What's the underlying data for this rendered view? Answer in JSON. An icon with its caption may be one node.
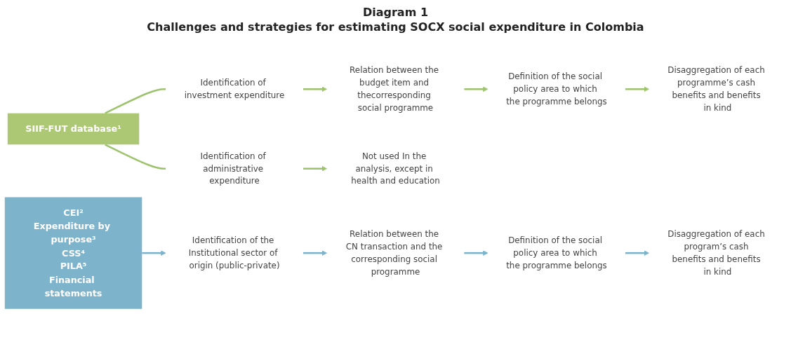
{
  "diagram": {
    "title": "Diagram 1",
    "nodes": [
      {
        "text": [
          "SIIF-FUT database¹"
        ]
      },
      {
        "text": [
          "Identification of investment expenditure"
        ]
      },
      {
        "text": [
          "Relation between the budget item and thecorresponding social programme"
        ]
      },
      {
        "text": [
          "Definition of the social policy area to which the programme belongs"
        ]
      },
      {
        "text": [
          "Disaggregation of each programme’s cash benefits and benefits in kind"
        ]
      },
      {
        "text": [
          "Identification of administrative expenditure"
        ]
      },
      {
        "text": [
          "Not used In the analysis, except in health and education"
        ]
      },
      {
        "text": [
          "CEI²",
          "Expenditure by purpose³",
          "CSS⁴",
          "PILA⁵",
          "Financial statements"
        ]
      },
      {
        "text": [
          "Identification of the Institutional sector of origin (public-private)"
        ]
      },
      {
        "text": [
          "Relation between the CN transaction and the corresponding social programme"
        ]
      },
      {
        "text": [
          "Definition of the social policy area to which the programme belongs"
        ]
      },
      {
        "text": [
          "Disaggregation of each program’s cash benefits and benefits in kind"
        ]
      }
    ],
    "edges": [
      {
        "from": 0,
        "to": 1,
        "arrow": "none",
        "color": "#9dc46d"
      },
      {
        "from": 0,
        "to": 5,
        "arrow": "none",
        "color": "#9dc46d"
      },
      {
        "from": 1,
        "to": 2,
        "arrow": "to",
        "color": "#9dc46d"
      },
      {
        "from": 2,
        "to": 3,
        "arrow": "to",
        "color": "#9dc46d"
      },
      {
        "from": 3,
        "to": 4,
        "arrow": "to",
        "color": "#9dc46d"
      },
      {
        "from": 5,
        "to": 6,
        "arrow": "to",
        "color": "#9dc46d"
      },
      {
        "from": 7,
        "to": 8,
        "arrow": "to",
        "color": "#7ab4cc"
      },
      {
        "from": 8,
        "to": 9,
        "arrow": "to",
        "color": "#7ab4cc"
      },
      {
        "from": 9,
        "to": 10,
        "arrow": "to",
        "color": "#7ab4cc"
      },
      {
        "from": 10,
        "to": 11,
        "arrow": "to",
        "color": "#7ab4cc"
      }
    ],
    "labels": [
      "Challenges and strategies for estimating SOCX social expenditure in Colombia"
    ]
  }
}
